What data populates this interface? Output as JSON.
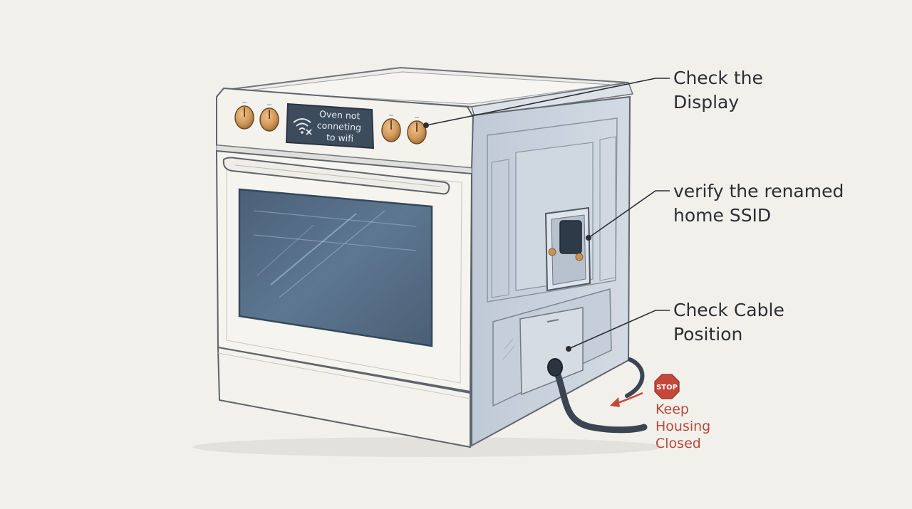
{
  "display_panel": {
    "message_lines": [
      "Oven not",
      "conneting",
      "to wifi"
    ],
    "icon": "wifi-off-icon"
  },
  "callouts": {
    "display": {
      "lines": [
        "Check the",
        "Display"
      ]
    },
    "ssid": {
      "lines": [
        "verify the renamed",
        "home SSID"
      ]
    },
    "cable": {
      "lines": [
        "Check Cable",
        "Position"
      ]
    }
  },
  "warning": {
    "sign_text": "STOP",
    "lines": [
      "Keep",
      "Housing",
      "Closed"
    ],
    "icon": "stop-sign-icon"
  },
  "colors": {
    "background": "#f1f0eb",
    "oven_body": "#f6f4ee",
    "side_panel": "#c9d2dc",
    "glass": "#506a82",
    "knob": "#d19a5a",
    "display_screen": "#3d4c5c",
    "stop_sign": "#c4473a",
    "warning_text": "#b8473b",
    "cable": "#3a4452"
  }
}
